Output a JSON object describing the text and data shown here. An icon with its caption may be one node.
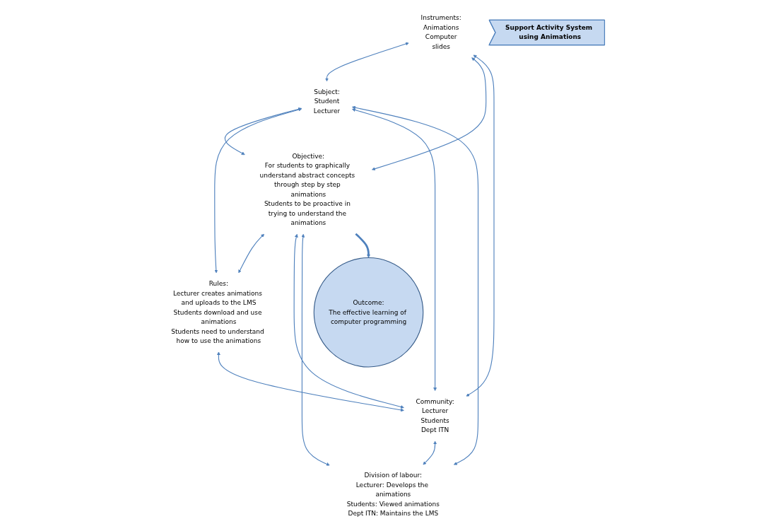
{
  "diagram": {
    "nodes": [
      {
        "text": [
          "Instruments:",
          "Animations",
          "Computer",
          "slides"
        ]
      },
      {
        "text": [
          "Subject:",
          "Student",
          "Lecturer"
        ]
      },
      {
        "text": [
          "Objective:",
          "For students to graphically understand abstract concepts through step by step animations",
          "Students to be proactive in trying to understand the animations"
        ]
      },
      {
        "text": [
          "Outcome:",
          "The effective learning of computer programming"
        ]
      },
      {
        "text": [
          "Rules:",
          "Lecturer creates animations and uploads to the LMS",
          "Students download and use animations",
          "Students need to understand how to use the animations"
        ]
      },
      {
        "text": [
          "Community:",
          "Lecturer",
          "Students",
          "Dept ITN"
        ]
      },
      {
        "text": [
          "Division of labour:",
          "Lecturer: Develops the animations",
          "Students: Viewed animations",
          "Dept ITN: Maintains the LMS"
        ]
      },
      {
        "text": [
          "Support Activity System using Animations"
        ]
      }
    ],
    "edges": [
      {
        "from": 0,
        "to": 1,
        "arrow": "both"
      },
      {
        "from": 0,
        "to": 2,
        "arrow": "both"
      },
      {
        "from": 0,
        "to": 5,
        "arrow": "both"
      },
      {
        "from": 1,
        "to": 2,
        "arrow": "both"
      },
      {
        "from": 1,
        "to": 4,
        "arrow": "both"
      },
      {
        "from": 1,
        "to": 5,
        "arrow": "both"
      },
      {
        "from": 1,
        "to": 6,
        "arrow": "both"
      },
      {
        "from": 2,
        "to": 4,
        "arrow": "both"
      },
      {
        "from": 2,
        "to": 5,
        "arrow": "both"
      },
      {
        "from": 2,
        "to": 6,
        "arrow": "both"
      },
      {
        "from": 4,
        "to": 5,
        "arrow": "both"
      },
      {
        "from": 5,
        "to": 6,
        "arrow": "both"
      },
      {
        "from": 2,
        "to": 3,
        "arrow": "to",
        "style": "thick"
      }
    ]
  }
}
